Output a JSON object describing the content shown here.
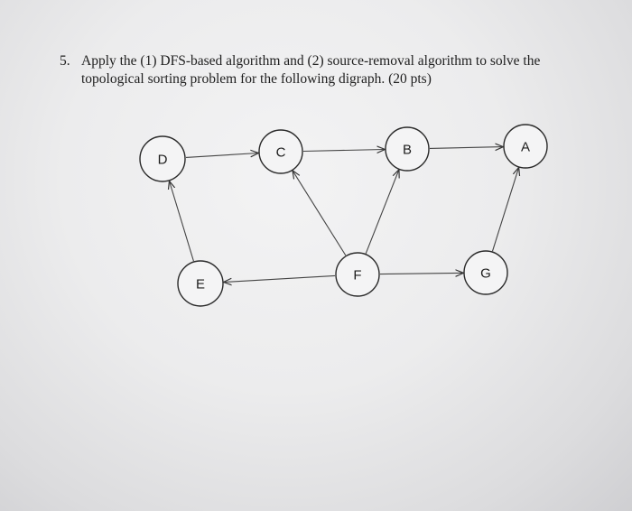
{
  "question": {
    "number": "5.",
    "text": "Apply the (1) DFS-based algorithm and (2) source-removal algorithm to solve the topological sorting problem for the following digraph. (20 pts)"
  },
  "graph": {
    "nodes": [
      {
        "id": "D",
        "label": "D"
      },
      {
        "id": "C",
        "label": "C"
      },
      {
        "id": "B",
        "label": "B"
      },
      {
        "id": "A",
        "label": "A"
      },
      {
        "id": "E",
        "label": "E"
      },
      {
        "id": "F",
        "label": "F"
      },
      {
        "id": "G",
        "label": "G"
      }
    ],
    "edges": [
      {
        "from": "D",
        "to": "C"
      },
      {
        "from": "C",
        "to": "B"
      },
      {
        "from": "B",
        "to": "A"
      },
      {
        "from": "E",
        "to": "D"
      },
      {
        "from": "F",
        "to": "C"
      },
      {
        "from": "F",
        "to": "B"
      },
      {
        "from": "F",
        "to": "E"
      },
      {
        "from": "F",
        "to": "G"
      },
      {
        "from": "G",
        "to": "A"
      }
    ]
  }
}
